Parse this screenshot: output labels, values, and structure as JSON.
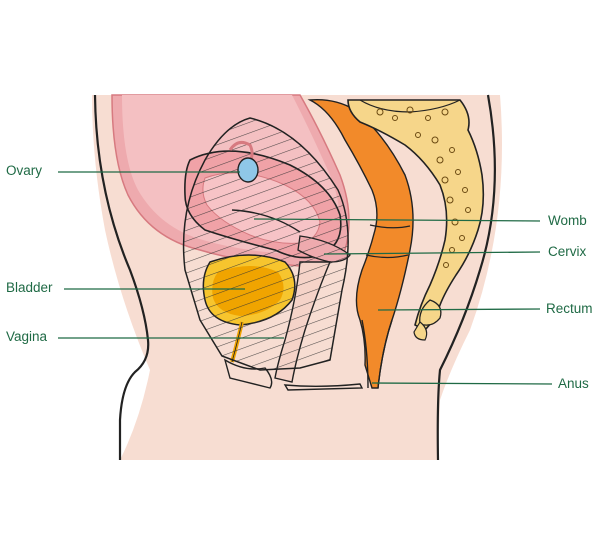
{
  "labels": {
    "ovary": "Ovary",
    "bladder": "Bladder",
    "vagina": "Vagina",
    "womb": "Womb",
    "cervix": "Cervix",
    "rectum": "Rectum",
    "anus": "Anus"
  },
  "colors": {
    "skin": "#f7ddd2",
    "outline": "#222222",
    "pink": "#eeaaae",
    "pink_dark": "#d77a80",
    "orange": "#f28a2a",
    "yellow_bone": "#f6d68a",
    "bladder_orange": "#f0a400",
    "bladder_yellow": "#f7c52e",
    "ovary_blue": "#8fc7e8",
    "leader_line": "#1f6a45"
  }
}
